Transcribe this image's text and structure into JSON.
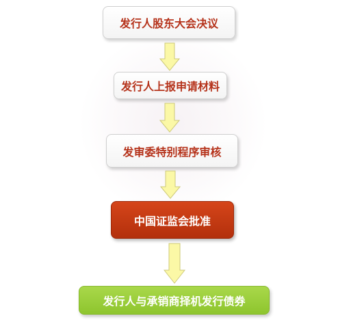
{
  "flow": {
    "steps": [
      {
        "label": "发行人股东大会决议",
        "style": "plain"
      },
      {
        "label": "发行人上报申请材料",
        "style": "plain"
      },
      {
        "label": "发审委特别程序审核",
        "style": "plain"
      },
      {
        "label": "中国证监会批准",
        "style": "highlight-red"
      },
      {
        "label": "发行人与承销商择机发行债券",
        "style": "highlight-green"
      }
    ],
    "colors": {
      "plain_text": "#b5321a",
      "highlight_red": "#c53a12",
      "highlight_green": "#98cc3a",
      "arrow_fill": "#fbf8a6",
      "arrow_stroke": "#cdc97a"
    }
  }
}
